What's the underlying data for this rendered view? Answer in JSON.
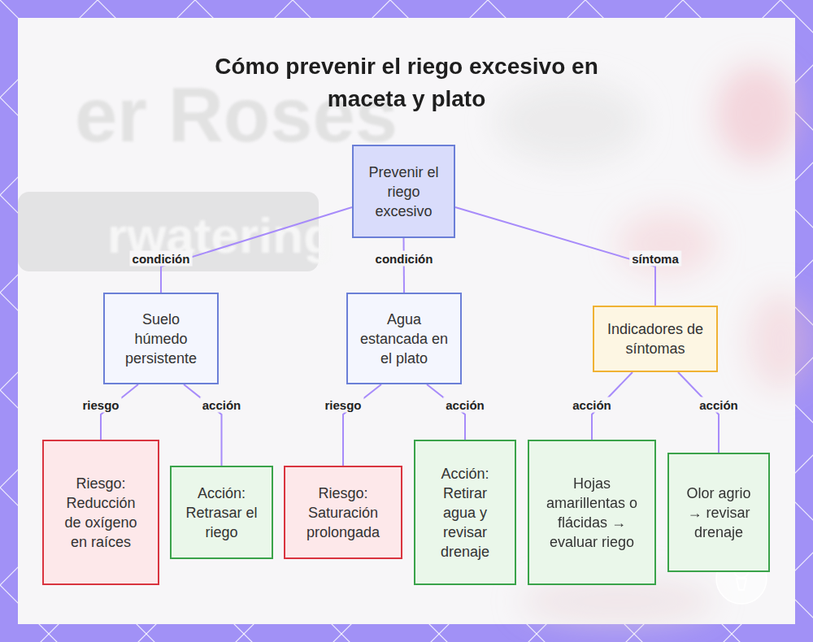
{
  "diagram": {
    "title": "Cómo prevenir el riego excesivo en maceta y plato",
    "nodes": [
      {
        "text": [
          "Prevenir el riego excesivo"
        ]
      },
      {
        "text": [
          "Suelo húmedo persistente"
        ]
      },
      {
        "text": [
          "Agua estancada en el plato"
        ]
      },
      {
        "text": [
          "Indicadores de síntomas"
        ]
      },
      {
        "text": [
          "Riesgo: Reducción de oxígeno en raíces"
        ]
      },
      {
        "text": [
          "Acción: Retrasar el riego"
        ]
      },
      {
        "text": [
          "Riesgo: Saturación prolongada"
        ]
      },
      {
        "text": [
          "Acción: Retirar agua y revisar drenaje"
        ]
      },
      {
        "text": [
          "Hojas amarillentas o flácidas → evaluar riego"
        ]
      },
      {
        "text": [
          "Olor agrio → revisar drenaje"
        ]
      }
    ],
    "edges": [
      {
        "from": 0,
        "to": 1,
        "label": "condición",
        "arrow": "none"
      },
      {
        "from": 0,
        "to": 2,
        "label": "condición",
        "arrow": "none"
      },
      {
        "from": 0,
        "to": 3,
        "label": "síntoma",
        "arrow": "none"
      },
      {
        "from": 1,
        "to": 4,
        "label": "riesgo",
        "arrow": "none"
      },
      {
        "from": 1,
        "to": 5,
        "label": "acción",
        "arrow": "none"
      },
      {
        "from": 2,
        "to": 6,
        "label": "riesgo",
        "arrow": "none"
      },
      {
        "from": 2,
        "to": 7,
        "label": "acción",
        "arrow": "none"
      },
      {
        "from": 3,
        "to": 8,
        "label": "acción",
        "arrow": "none"
      },
      {
        "from": 3,
        "to": 9,
        "label": "acción",
        "arrow": "none"
      }
    ],
    "labels": [
      "er Roses",
      "rwatering"
    ]
  }
}
